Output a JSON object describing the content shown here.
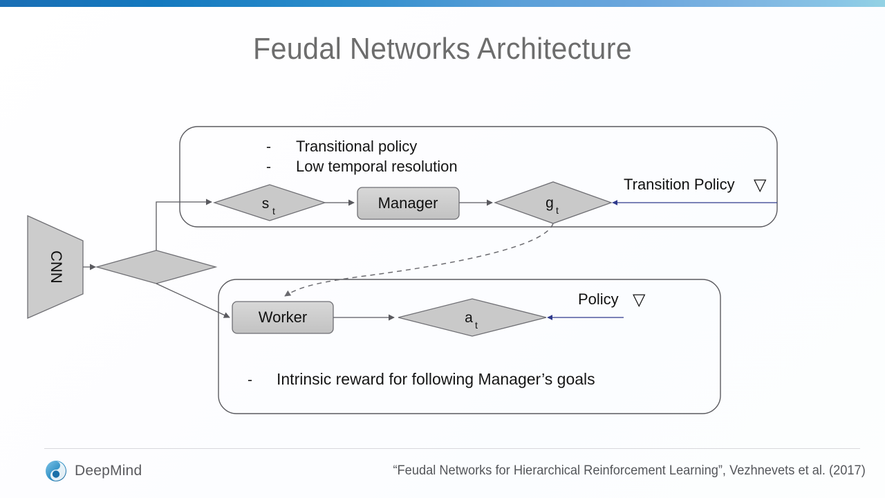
{
  "slide": {
    "title": "Feudal Networks Architecture",
    "title_color": "#6d6d6d",
    "background_color": "#ffffff",
    "topbar": {
      "gradient_from": "#1b6fb5",
      "gradient_to": "#93d2e4"
    }
  },
  "diagram": {
    "cnn": {
      "label": "CNN"
    },
    "top_box": {
      "bullets": [
        {
          "marker": "-",
          "text": "Transitional policy"
        },
        {
          "marker": "-",
          "text": "Low temporal resolution"
        }
      ],
      "state_node": {
        "label": "s",
        "subscript": "t"
      },
      "manager_node": {
        "label": "Manager"
      },
      "goal_node": {
        "label": "g",
        "subscript": "t"
      },
      "feedback_label": "Transition Policy",
      "feedback_glyph": "▽"
    },
    "bottom_box": {
      "worker_node": {
        "label": "Worker"
      },
      "action_node": {
        "label": "a",
        "subscript": "t"
      },
      "feedback_label": "Policy",
      "feedback_glyph": "▽",
      "bullets": [
        {
          "marker": "-",
          "text": "Intrinsic reward for following Manager’s goals"
        }
      ]
    },
    "colors": {
      "node_fill": "#c9c9c9",
      "node_stroke": "#7a7a7a",
      "box_stroke": "#5a5a5f",
      "arrow": "#5a5a5f",
      "feedback_arrow": "#2f3a8c"
    }
  },
  "footer": {
    "brand": "DeepMind",
    "citation": "“Feudal Networks for Hierarchical Reinforcement Learning”, Vezhnevets et al. (2017)",
    "logo_color_outer": "#3f9fd0",
    "logo_color_inner": "#1a6fa8"
  }
}
